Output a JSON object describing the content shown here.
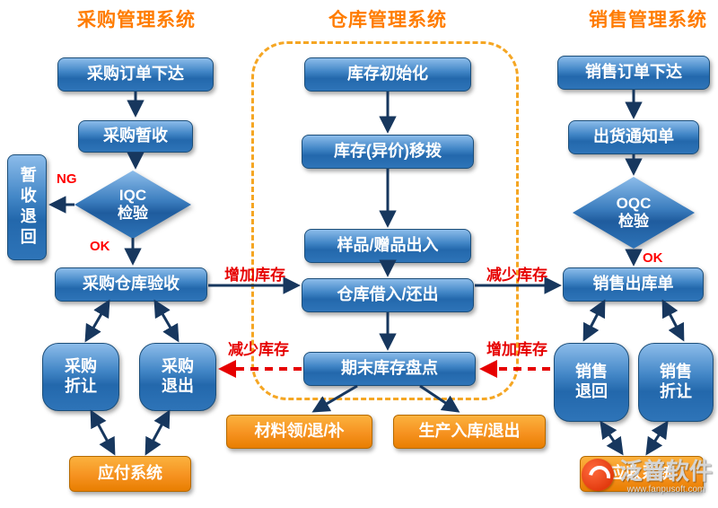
{
  "titles": {
    "purchase": "采购管理系统",
    "warehouse": "仓库管理系统",
    "sales": "销售管理系统"
  },
  "purchase": {
    "order_release": "采购订单下达",
    "temp_receipt": "采购暂收",
    "temp_return": "暂收退回",
    "iqc": "IQC\n检验",
    "ng_label": "NG",
    "ok_label": "OK",
    "warehouse_acceptance": "采购仓库验收",
    "discount": "采购\n折让",
    "return": "采购\n退出",
    "payable_system": "应付系统"
  },
  "warehouse": {
    "stock_init": "库存初始化",
    "stock_transfer": "库存(异价)移拨",
    "sample_gift": "样品/赠品出入",
    "borrow_return": "仓库借入/还出",
    "period_end_count": "期末库存盘点",
    "material": "材料领/退/补",
    "production": "生产入库/退出"
  },
  "sales": {
    "order_release": "销售订单下达",
    "shipping_notice": "出货通知单",
    "oqc": "OQC\n检验",
    "ok_label": "OK",
    "outbound_order": "销售出库单",
    "return": "销售\n退回",
    "discount": "销售\n折让",
    "receivable_system": "应收系统"
  },
  "flow_labels": {
    "increase_stock_purchase": "增加库存",
    "decrease_stock_sales": "减少库存",
    "decrease_stock_count": "减少库存",
    "increase_stock_count": "增加库存"
  },
  "watermark": {
    "brand": "泛普软件",
    "url": "www.fanpusoft.com"
  },
  "colors": {
    "title_orange": "#FF7C00",
    "box_blue": "#2E74B8",
    "box_orange": "#F69220",
    "arrow_blue": "#17375E",
    "flow_red": "#E60000",
    "dashed_border_orange": "#F5A623"
  }
}
